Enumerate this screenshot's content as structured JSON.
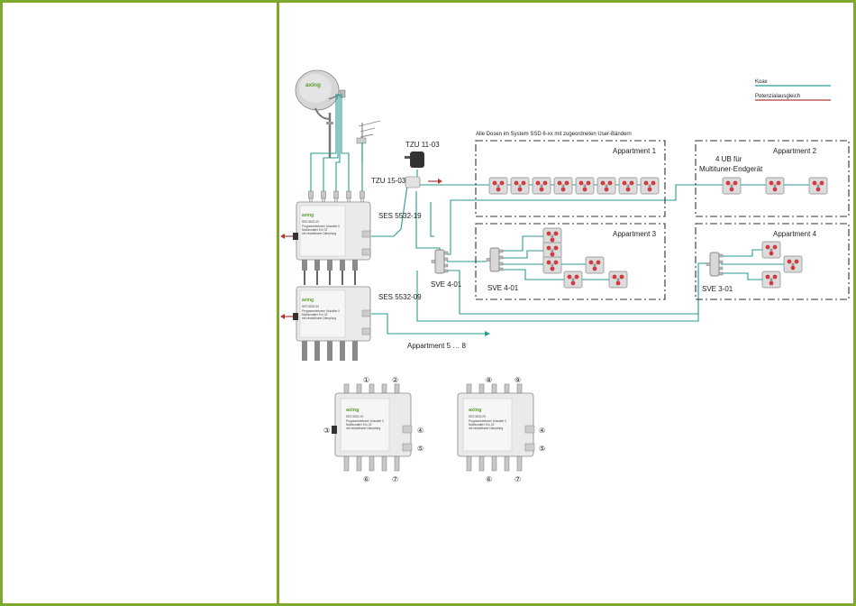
{
  "colors": {
    "frame": "#7fa82e",
    "coax": "#2a9a94",
    "equipotential": "#b03a3a"
  },
  "legend": {
    "coax": "Koax",
    "equipotential": "Potenzialausgleich"
  },
  "headline": "Alle Dosen im System SSD 6-xx mit zugeordneten User-Bändern",
  "dish": {
    "brand": "axing",
    "icon": "satellite-dish-icon"
  },
  "components": {
    "tzu_11": "TZU 11-03",
    "tzu_15": "TZU 15-03",
    "ses_19": "SES 5532-19",
    "ses_09": "SES 5532-09",
    "sve_4a": "SVE 4-01",
    "sve_4b": "SVE 4-01",
    "sve_3": "SVE 3-01"
  },
  "apartments": {
    "a1": "Appartment 1",
    "a2": "Appartment 2",
    "a3": "Appartment 3",
    "a4": "Appartment 4",
    "a5": "Appartment 5 … 8"
  },
  "note_ub": {
    "line1": "4 UB für",
    "line2": "Multituner-Endgerät"
  },
  "device_brand": "axing",
  "device_text": {
    "ses19": "SES 5532-19",
    "ses09": "SES 5532-09",
    "l1": "Programmierbarer Unicable II",
    "l2": "Multischalter 5 in 32",
    "l3": "mit einstellbarer Dämpfung"
  },
  "markers": {
    "m1": "①",
    "m2": "②",
    "m3": "③",
    "m4": "④",
    "m5": "⑤",
    "m6": "⑥",
    "m7": "⑦",
    "m8": "⑧",
    "m9": "⑨"
  }
}
